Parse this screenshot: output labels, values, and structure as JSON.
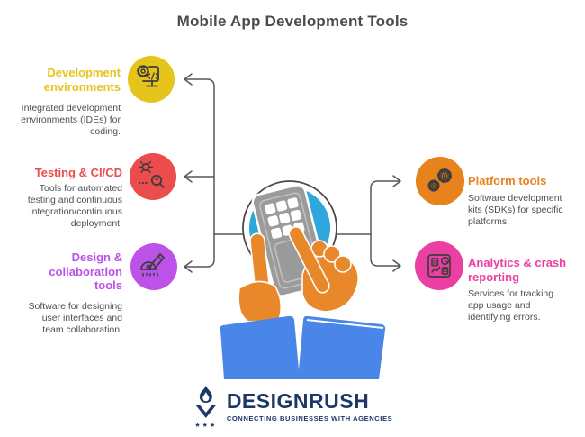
{
  "title": "Mobile App Development Tools",
  "items": [
    {
      "label": "Development\nenvironments",
      "desc": "Integrated development\nenvironments (IDEs) for\ncoding.",
      "color": "#e5c41b",
      "icon": "monitor-code-icon"
    },
    {
      "label": "Testing & CI/CD",
      "desc": "Tools for automated\ntesting and continuous\nintegration/continuous\ndeployment.",
      "color": "#ea4d4c",
      "icon": "bug-search-icon"
    },
    {
      "label": "Design &\ncollaboration\ntools",
      "desc": "Software for designing\nuser interfaces and\nteam collaboration.",
      "color": "#bc52e7",
      "icon": "protractor-pencil-icon"
    },
    {
      "label": "Platform tools",
      "desc": "Software development\nkits (SDKs) for specific\nplatforms.",
      "color": "#e8821d",
      "icon": "gears-icon"
    },
    {
      "label": "Analytics & crash\nreporting",
      "desc": "Services for tracking\napp usage and\nidentifying errors.",
      "color": "#ec3fa4",
      "icon": "analytics-dashboard-icon"
    }
  ],
  "logo": {
    "name": "DESIGNRUSH",
    "tagline": "CONNECTING BUSINESSES WITH AGENCIES"
  },
  "colors": {
    "title_text": "#4b4b4b",
    "body_text": "#4f4f4f",
    "connector": "#55565a",
    "center_circle_blue": "#2ea7dc",
    "hand_orange": "#e8882b",
    "sleeve_blue": "#4a86e8",
    "phone_gray": "#9b9b9b",
    "logo_navy": "#1c3866"
  }
}
